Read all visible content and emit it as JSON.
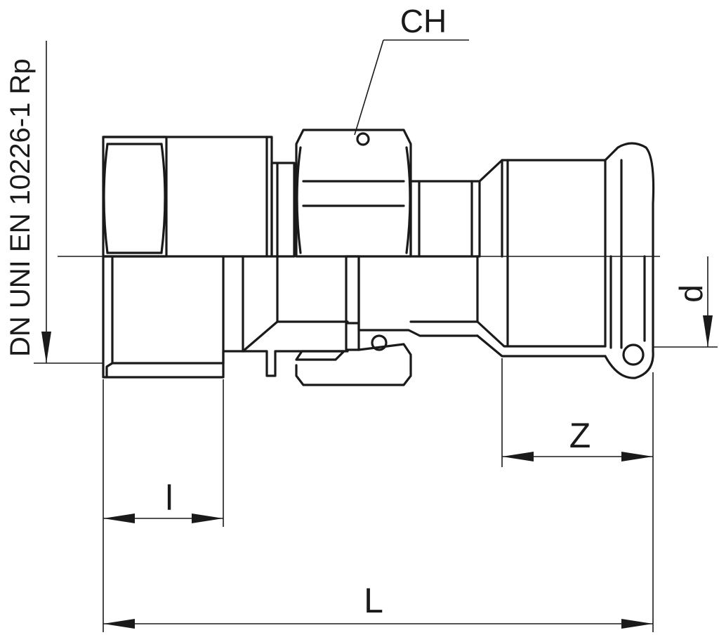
{
  "labels": {
    "ch": "CH",
    "d": "d",
    "z": "Z",
    "l_small": "l",
    "l_total": "L",
    "dn_standard": "DN UNI EN 10226-1 Rp"
  }
}
